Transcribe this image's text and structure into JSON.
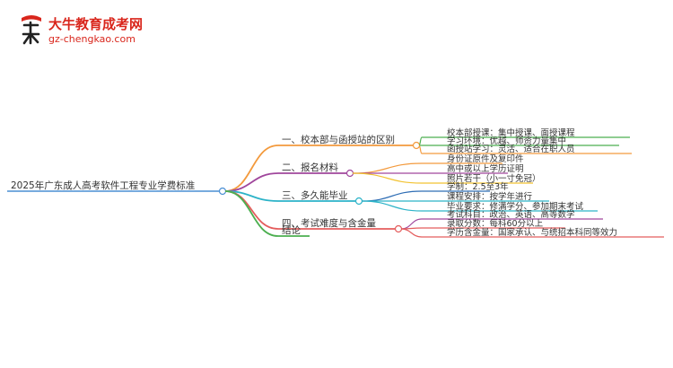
{
  "logo": {
    "title": "大牛教育成考网",
    "url": "gz-chengkao.com",
    "badge_char": "大牛"
  },
  "mindmap": {
    "root": "2025年广东成人高考软件工程专业学费标准",
    "branches": [
      {
        "label": "一、校本部与函授站的区别",
        "color": "#f39a3d",
        "children": [
          {
            "label": "校本部授课：集中授课、面授课程",
            "color": "#4caf50"
          },
          {
            "label": "学习环境：优越、师资力量集中",
            "color": "#4caf50"
          },
          {
            "label": "函授站学习：灵活、适合在职人员",
            "color": "#f39a3d"
          }
        ]
      },
      {
        "label": "二、报名材料",
        "color": "#a0469c",
        "children": [
          {
            "label": "身份证原件及复印件",
            "color": "#f39a3d"
          },
          {
            "label": "高中或以上学历证明",
            "color": "#a0469c"
          },
          {
            "label": "照片若干（小一寸免冠）",
            "color": "#f2c230"
          }
        ]
      },
      {
        "label": "三、多久能毕业",
        "color": "#2cb3c8",
        "children": [
          {
            "label": "学制：2.5至3年",
            "color": "#2e6db4"
          },
          {
            "label": "课程安排：按学年进行",
            "color": "#2cb3c8"
          },
          {
            "label": "毕业要求：修满学分、参加期末考试",
            "color": "#2cb3c8"
          }
        ]
      },
      {
        "label": "四、考试难度与含金量",
        "color": "#e45d5d",
        "children": [
          {
            "label": "考试科目：政治、英语、高等数学",
            "color": "#a0469c"
          },
          {
            "label": "录取分数：每科60分以上",
            "color": "#e45d5d"
          },
          {
            "label": "学历含金量：国家承认、与统招本科同等效力",
            "color": "#e45d5d"
          }
        ]
      },
      {
        "label": "结论",
        "color": "#4caf50",
        "children": []
      }
    ]
  }
}
